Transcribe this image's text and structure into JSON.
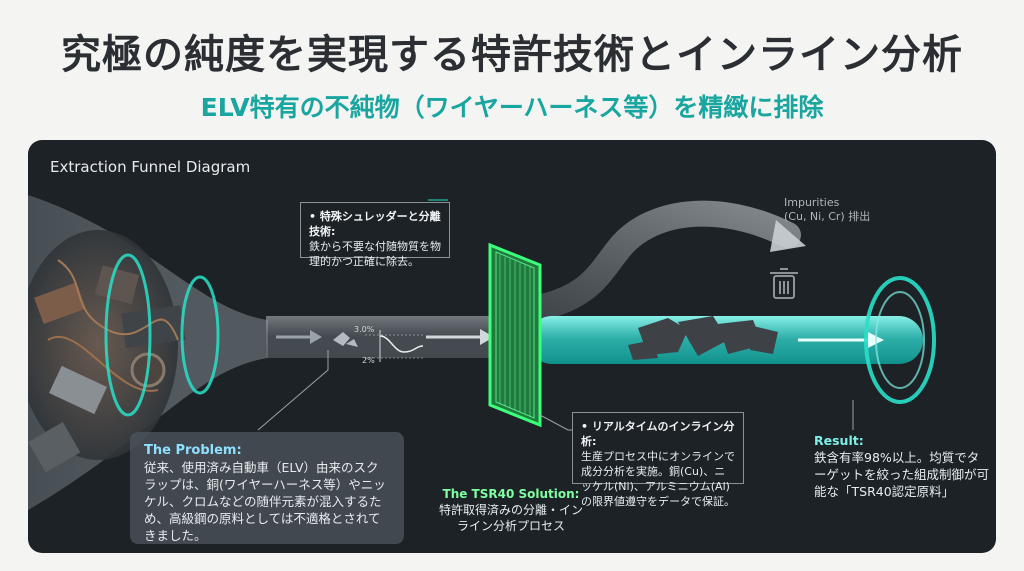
{
  "header": {
    "title": "究極の純度を実現する特許技術とインライン分析",
    "subtitle": "ELV特有の不純物（ワイヤーハーネス等）を精緻に排除"
  },
  "panel": {
    "label": "Extraction Funnel Diagram"
  },
  "callouts": {
    "shredder": {
      "title": "• 特殊シュレッダーと分離技術:",
      "body": "鉄から不要な付随物質を物理的かつ正確に除去。"
    },
    "inline": {
      "title": "• リアルタイムのインライン分析:",
      "body": "生産プロセス中にオンラインで成分分析を実施。銅(Cu)、ニッケル(Ni)、アルミニウム(Al)の限界値遵守をデータで保証。"
    },
    "problem": {
      "title": "The Problem:",
      "body": "従来、使用済み自動車（ELV）由来のスクラップは、銅(ワイヤーハーネス等）やニッケル、クロムなどの随伴元素が混入するため、高級鋼の原料としては不適格とされてきました。"
    },
    "solution": {
      "title": "The TSR40 Solution:",
      "body": "特許取得済みの分離・インライン分析プロセス"
    },
    "result": {
      "title": "Result:",
      "body": "鉄含有率98%以上。均質でターゲットを絞った組成制御が可能な「TSR40認定原料」"
    },
    "impurities": {
      "line1": "Impurities",
      "line2": "(Cu, Ni, Cr) 排出"
    }
  },
  "mini_chart": {
    "top_label": "3.0%",
    "bottom_label": "2%"
  },
  "colors": {
    "panel_bg": "#1d2227",
    "accent_green": "#3cff7a",
    "accent_teal": "#3ff5e6",
    "subtitle_teal": "#1aa6a0",
    "title_dark": "#2b2f33"
  },
  "icons": {
    "trash": "trash-icon",
    "arrow": "arrow-right-icon"
  }
}
